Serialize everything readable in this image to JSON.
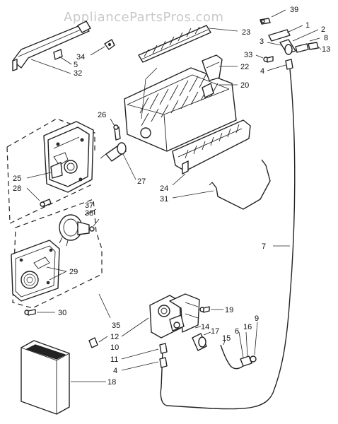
{
  "watermark": "AppliancePartsPros.com",
  "labels": {
    "p1": "1",
    "p2": "2",
    "p3": "3",
    "p4a": "4",
    "p4b": "4",
    "p5": "5",
    "p6": "6",
    "p7": "7",
    "p8": "8",
    "p9": "9",
    "p10": "10",
    "p11": "11",
    "p12": "12",
    "p13": "13",
    "p14": "14",
    "p15": "15",
    "p16": "16",
    "p17": "17",
    "p18": "18",
    "p19": "19",
    "p20": "20",
    "p22": "22",
    "p23": "23",
    "p24": "24",
    "p25": "25",
    "p26": "26",
    "p27": "27",
    "p28": "28",
    "p29": "29",
    "p30": "30",
    "p31": "31",
    "p32": "32",
    "p33": "33",
    "p34": "34",
    "p35": "35",
    "p37": "37",
    "p38": "38",
    "p39": "39"
  }
}
